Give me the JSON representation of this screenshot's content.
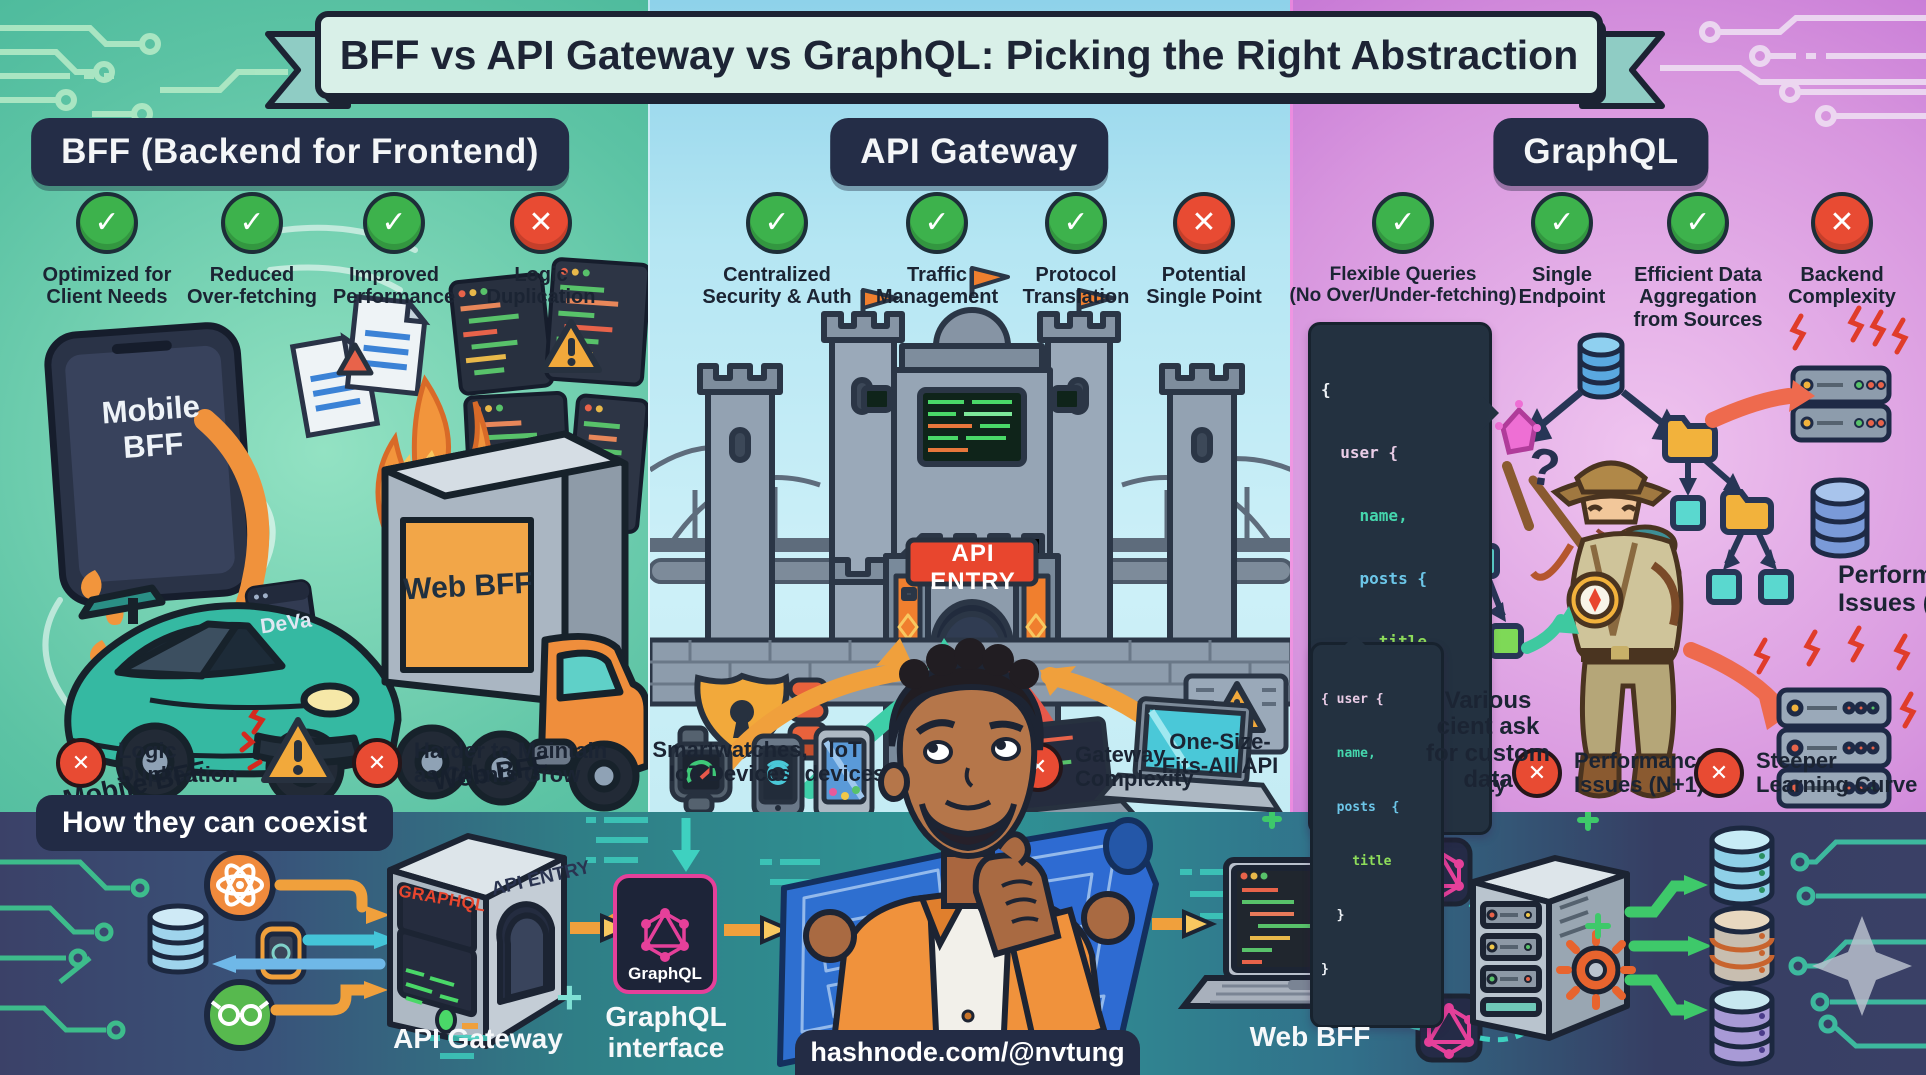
{
  "title": "BFF vs API Gateway vs GraphQL: Picking the Right Abstraction",
  "bff": {
    "header": "BFF (Backend for Frontend)",
    "points": [
      {
        "label": "Optimized for\nClient Needs"
      },
      {
        "label": "Reduced\nOver-fetching"
      },
      {
        "label": "Improved\nPerformance"
      },
      {
        "label": "Logic\nDuplication"
      }
    ],
    "phone_label": "Mobile\nBFF",
    "tag_label": "DeVa",
    "truck_label": "Web BFF",
    "car_caption": "Mobile BFF",
    "truck_caption": "Web BFF",
    "con1": "Logic\nDuplication",
    "con2": "Harder to Maintain\nas Clients Grow"
  },
  "api": {
    "header": "API Gateway",
    "points": [
      {
        "label": "Centralized\nSecurity & Auth"
      },
      {
        "label": "Traffic\nManagement"
      },
      {
        "label": "Protocol\nTranslation"
      },
      {
        "label": "Potential\nSingle Point"
      }
    ],
    "gate_sign": "API ENTRY",
    "devices1": "Smartwatches,\nIoT Devices",
    "devices2": "IoT\ndevices",
    "con1": "Gateway\nComplexity",
    "note": "One-Size-\nFits-All API"
  },
  "gql": {
    "header": "GraphQL",
    "points": [
      {
        "label": "Flexible Queries\n(No Over/Under-fetching)"
      },
      {
        "label": "Single\nEndpoint"
      },
      {
        "label": "Efficient Data\nAggregation\nfrom Sources"
      },
      {
        "label": "Backend\nComplexity"
      }
    ],
    "code1": [
      "{",
      "  user {",
      "    name,",
      "    posts {",
      "      title",
      "  } }",
      "}"
    ],
    "code2": [
      "{ user {",
      "  name,",
      "  posts  {",
      "    title",
      "  }",
      "}"
    ],
    "question": "?",
    "various": "Various\ncient ask\nfor custom\ndata",
    "perf": "Performance\nIssues (N+1)",
    "con1": "Backend\nComplexity",
    "con2": "Performance\nIssues (N+1)",
    "con3": "Steeper\nLearning Curve"
  },
  "coexist": {
    "heading": "How they can coexist",
    "gateway_screen": "GRAPHQL",
    "gateway_arch": "API ENTRY",
    "gateway_caption": "API Gateway",
    "plus": "+",
    "gql_box": "GraphQL",
    "gql_caption": "GraphQL\ninterface",
    "webbff_caption": "Web BFF",
    "url": "hashnode.com/@nvtung"
  },
  "colors": {
    "check_green": "#3db24c",
    "cross_red": "#e84b33",
    "pill_navy": "#232b45",
    "graphql_pink": "#e5409a",
    "accent_orange": "#f0923c"
  }
}
